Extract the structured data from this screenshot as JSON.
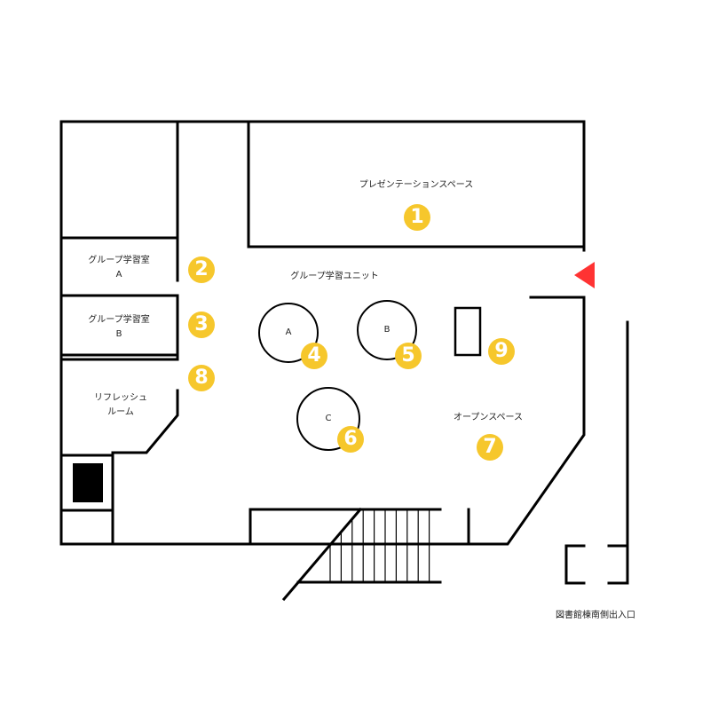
{
  "colors": {
    "wall": "#000000",
    "marker": "#f6c72c",
    "marker_text": "#ffffff",
    "entrance": "#ff3333",
    "device": "#000000"
  },
  "labels": {
    "presentation_space": "プレゼンテーションスペース",
    "group_unit": "グループ学習ユニット",
    "group_room_a": {
      "line1": "グループ学習室",
      "line2": "A"
    },
    "group_room_b": {
      "line1": "グループ学習室",
      "line2": "B"
    },
    "refresh_room": {
      "line1": "リフレッシュ",
      "line2": "ルーム"
    },
    "open_space": "オープンスペース",
    "entrance_caption": "図書館棟南側出入口",
    "table_a": "A",
    "table_b": "B",
    "table_c": "C"
  },
  "markers": [
    "1",
    "2",
    "3",
    "4",
    "5",
    "6",
    "7",
    "8",
    "9"
  ],
  "icons": {
    "entrance": "triangle-left-icon",
    "device": "black-box-icon"
  }
}
